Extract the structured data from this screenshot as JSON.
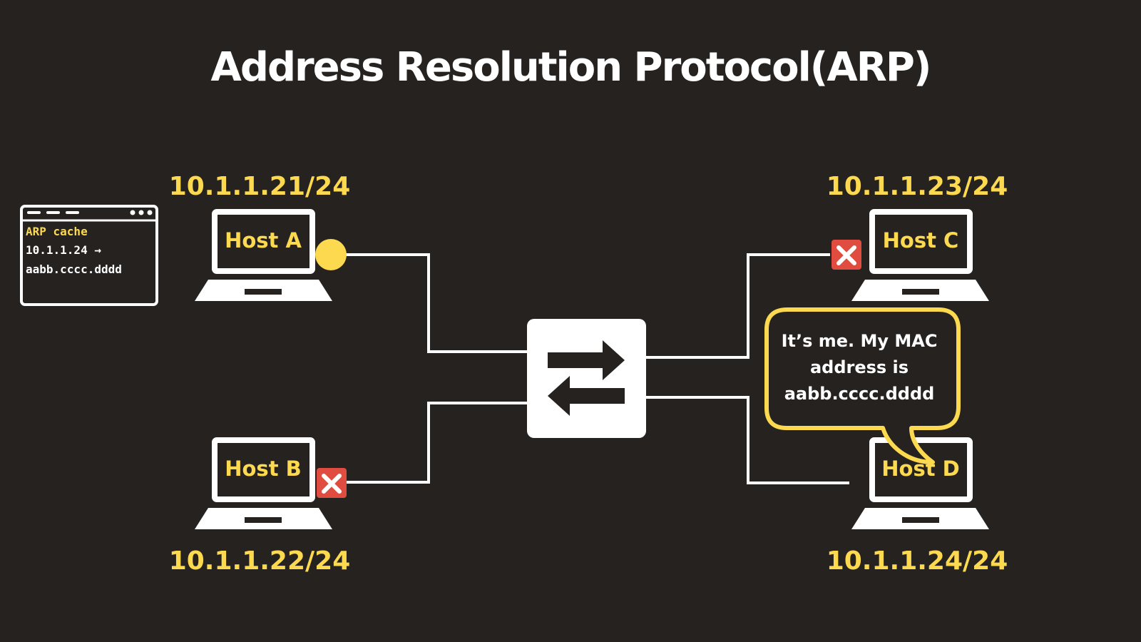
{
  "title": "Address Resolution Protocol(ARP)",
  "colors": {
    "background": "#252220",
    "accent": "#fcd94f",
    "line": "#ffffff",
    "error": "#e04c3f"
  },
  "arp_cache": {
    "heading": "ARP cache",
    "entry_ip": "10.1.1.24 →",
    "entry_mac": "aabb.cccc.dddd"
  },
  "hosts": {
    "a": {
      "label": "Host A",
      "ip": "10.1.1.21/24",
      "status": "sender"
    },
    "b": {
      "label": "Host B",
      "ip": "10.1.1.22/24",
      "status": "rejected"
    },
    "c": {
      "label": "Host C",
      "ip": "10.1.1.23/24",
      "status": "rejected"
    },
    "d": {
      "label": "Host D",
      "ip": "10.1.1.24/24",
      "status": "responder"
    }
  },
  "switch": {
    "icon": "switch-arrows-icon"
  },
  "bubble": {
    "text": "It’s me. My MAC address is aabb.cccc.dddd"
  }
}
